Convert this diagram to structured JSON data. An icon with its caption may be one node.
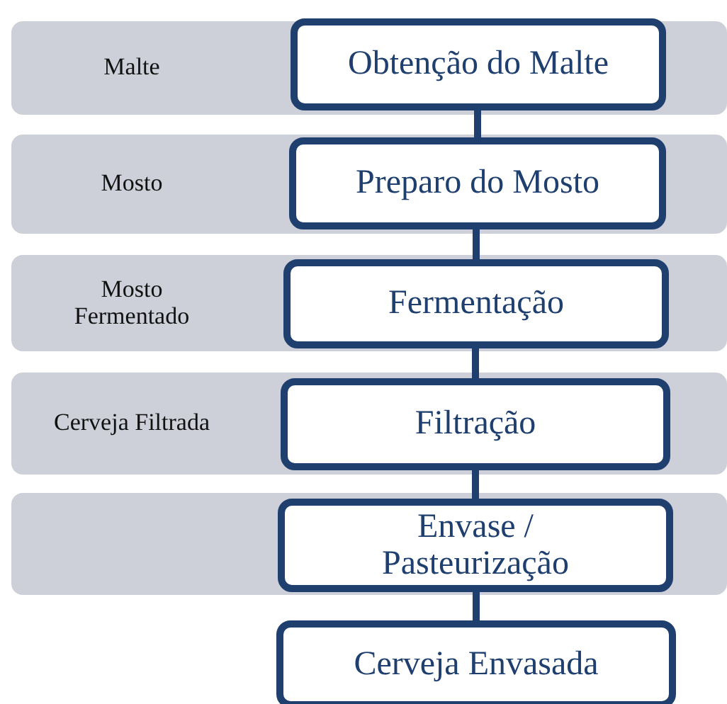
{
  "diagram": {
    "nodes": [
      {
        "text": [
          "Malte"
        ]
      },
      {
        "text": [
          "Mosto"
        ]
      },
      {
        "text": [
          "Mosto Fermentado"
        ]
      },
      {
        "text": [
          "Cerveja Filtrada"
        ]
      },
      {
        "text": [],
        "shape": "box"
      },
      {
        "text": [
          "Obtenção do Malte"
        ],
        "in": 0
      },
      {
        "text": [
          "Preparo do Mosto"
        ],
        "in": 1
      },
      {
        "text": [
          "Fermentação"
        ],
        "in": 2
      },
      {
        "text": [
          "Filtração"
        ],
        "in": 3
      },
      {
        "text": [
          "Envase / Pasteurização"
        ],
        "in": 4
      },
      {
        "text": [
          "Cerveja Envasada"
        ]
      }
    ],
    "edges": [
      {
        "from": 5,
        "to": 6,
        "arrow": "none"
      },
      {
        "from": 6,
        "to": 7,
        "arrow": "none"
      },
      {
        "from": 7,
        "to": 8,
        "arrow": "none"
      },
      {
        "from": 8,
        "to": 9,
        "arrow": "none"
      },
      {
        "from": 9,
        "to": 10,
        "arrow": "none"
      }
    ]
  }
}
